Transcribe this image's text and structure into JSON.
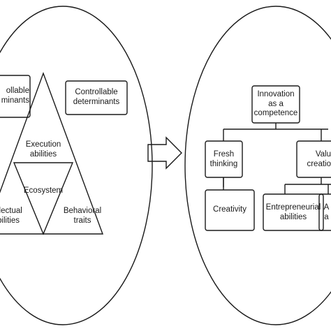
{
  "left_panel": {
    "uncontrollable_box": {
      "line1": "ollable",
      "line2": "minants"
    },
    "controllable_box": {
      "line1": "Controllable",
      "line2": "determinants"
    },
    "execution": {
      "line1": "Execution",
      "line2": "abilities"
    },
    "ecosystem": {
      "label": "Ecosystem"
    },
    "intellectual": {
      "line1": "llectual",
      "line2": "bilities"
    },
    "behavioral": {
      "line1": "Behavioral",
      "line2": "traits"
    }
  },
  "right_panel": {
    "innovation": {
      "line1": "Innovation",
      "line2": "as a",
      "line3": "competence"
    },
    "fresh_thinking": {
      "line1": "Fresh",
      "line2": "thinking"
    },
    "value_creation": {
      "line1": "Valu",
      "line2": "creatio"
    },
    "creativity": {
      "label": "Creativity"
    },
    "entrepreneurial": {
      "line1": "Entrepreneurial",
      "line2": "abilities"
    },
    "partial_box": {
      "line1": "A",
      "line2": "a"
    }
  },
  "colors": {
    "stroke": "#1a1a1a",
    "background": "#ffffff"
  }
}
